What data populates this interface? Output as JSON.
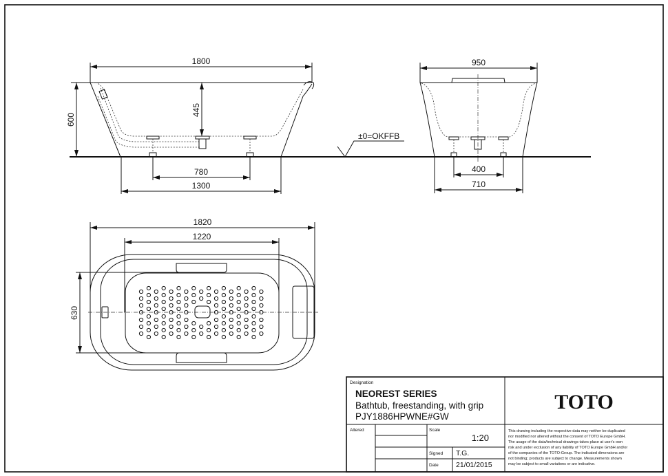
{
  "dimensions": {
    "side_length": "1800",
    "side_height": "600",
    "side_inner_depth": "445",
    "side_feet_spacing": "780",
    "side_base_length": "1300",
    "floor_reference": "±0=OKFFB",
    "end_width": "950",
    "end_feet_spacing": "400",
    "end_base_width": "710",
    "top_length": "1820",
    "top_basin_length": "1220",
    "top_basin_width": "630"
  },
  "title_block": {
    "designation_label": "Designation",
    "series": "NEOREST SERIES",
    "description": "Bathtub, freestanding, with grip",
    "model": "PJY1886HPWNE#GW",
    "brand_logo": "TOTO",
    "altered_label": "Altered",
    "scale_label": "Scale",
    "scale_value": "1:20",
    "signed_label": "Signed",
    "signed_value": "T.G.",
    "date_label": "Date",
    "date_value": "21/01/2015",
    "disclaimer_lines": [
      "This drawing including the respective data may neither be duplicated",
      "nor modified nor altered without the consent of TOTO Europe GmbH.",
      "The usage of the data/technical drawings takes place at user's own",
      "risk and under exclusion of any liability of TOTO Europe GmbH and/or",
      "of the companies of the TOTO-Group. The indicated dimensions are",
      "not binding; products are subject to change. Measurements shown",
      "may be subject to small variations or are indicative."
    ]
  }
}
